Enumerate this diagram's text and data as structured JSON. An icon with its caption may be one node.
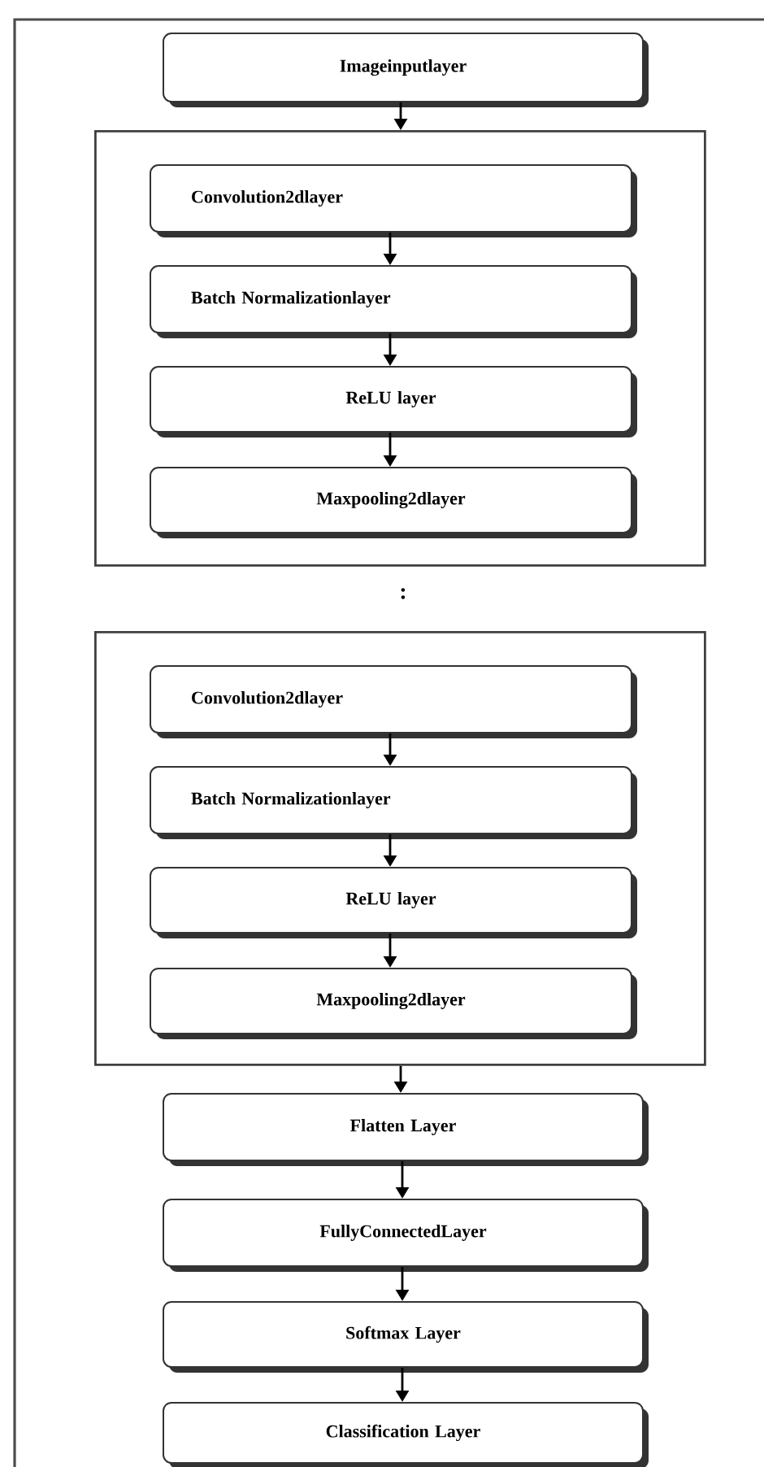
{
  "diagram": {
    "nodes": [
      {
        "text": [
          "Imageinputlayer"
        ]
      },
      {
        "text": [],
        "shape": "box"
      },
      {
        "text": [
          "Convolution2dlayer"
        ],
        "in": 1
      },
      {
        "text": [
          "Batch Normalizationlayer"
        ],
        "in": 1
      },
      {
        "text": [
          "ReLU layer"
        ],
        "in": 1
      },
      {
        "text": [
          "Maxpooling2dlayer"
        ],
        "in": 1
      },
      {
        "text": [],
        "shape": "box"
      },
      {
        "text": [
          "Convolution2dlayer"
        ],
        "in": 6
      },
      {
        "text": [
          "Batch Normalizationlayer"
        ],
        "in": 6
      },
      {
        "text": [
          "ReLU layer"
        ],
        "in": 6
      },
      {
        "text": [
          "Maxpooling2dlayer"
        ],
        "in": 6
      },
      {
        "text": [
          "Flatten Layer"
        ]
      },
      {
        "text": [
          "FullyConnectedLayer"
        ]
      },
      {
        "text": [
          "Softmax Layer"
        ]
      },
      {
        "text": [
          "Classification Layer"
        ]
      }
    ],
    "edges": [
      {
        "from": 0,
        "to": 1,
        "arrow": "to"
      },
      {
        "from": 2,
        "to": 3,
        "arrow": "to"
      },
      {
        "from": 3,
        "to": 4,
        "arrow": "to"
      },
      {
        "from": 4,
        "to": 5,
        "arrow": "to"
      },
      {
        "from": 7,
        "to": 8,
        "arrow": "to"
      },
      {
        "from": 8,
        "to": 9,
        "arrow": "to"
      },
      {
        "from": 9,
        "to": 10,
        "arrow": "to"
      },
      {
        "from": 6,
        "to": 11,
        "arrow": "to"
      },
      {
        "from": 11,
        "to": 12,
        "arrow": "to"
      },
      {
        "from": 12,
        "to": 13,
        "arrow": "to"
      },
      {
        "from": 13,
        "to": 14,
        "arrow": "to"
      }
    ],
    "labels": [
      ":"
    ]
  }
}
